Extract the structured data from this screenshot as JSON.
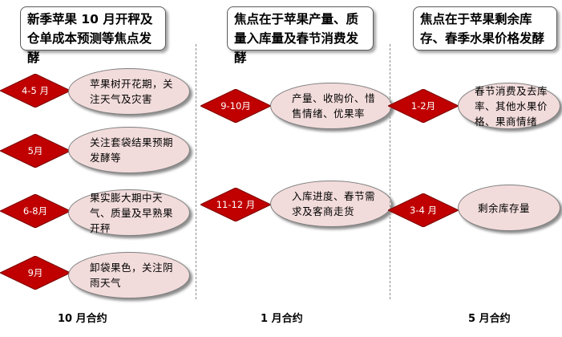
{
  "columns": [
    {
      "header": "新季苹果 10 月开秤及仓单成本预测等焦点发酵",
      "items": [
        {
          "period": "4-5 月",
          "text": "苹果树开花期，关注天气及灾害"
        },
        {
          "period": "5月",
          "text": "关注套袋结果预期发酵等"
        },
        {
          "period": "6-8月",
          "text": "果实膨大期中天气、质量及早熟果开秤"
        },
        {
          "period": "9月",
          "text": "卸袋果色，关注阴雨天气"
        }
      ],
      "footer": "10 月合约"
    },
    {
      "header": "焦点在于苹果产量、质量入库量及春节消费发酵",
      "items": [
        {
          "period": "9-10月",
          "text": "产量、收购价、惜售情绪、优果率"
        },
        {
          "period": "11-12 月",
          "text": "入库进度、春节需求及客商走货"
        }
      ],
      "footer": "1 月合约"
    },
    {
      "header": "焦点在于苹果剩余库存、春季水果价格发酵",
      "items": [
        {
          "period": "1-2月",
          "text": "春节消费及去库率、其他水果价格、果商情绪"
        },
        {
          "period": "3-4 月",
          "text": "剩余库存量"
        }
      ],
      "footer": "5 月合约"
    }
  ],
  "colors": {
    "diamond": "#c00000",
    "oval_fill": "#f2dcdb",
    "oval_border": "#7f7f7f",
    "divider": "#8c8c8c"
  },
  "icons": {
    "diamond": "diamond-marker",
    "oval": "ellipse-callout"
  }
}
